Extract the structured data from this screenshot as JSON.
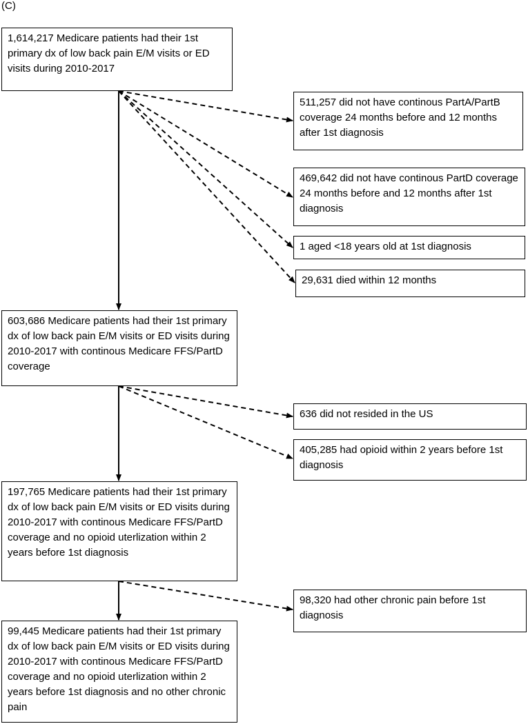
{
  "panel_label": "(C)",
  "main_boxes": [
    "1,614,217  Medicare patients had their 1st primary dx of low back pain E/M visits or ED visits during 2010-2017",
    "603,686  Medicare patients had their 1st primary dx of low back pain E/M visits or ED visits during 2010-2017  with continous Medicare FFS/PartD coverage",
    "197,765  Medicare patients had their 1st primary dx of low back pain E/M visits or ED visits during 2010-2017  with continous Medicare FFS/PartD coverage and no opioid uterlization within 2 years before 1st diagnosis",
    "99,445  Medicare patients had their 1st primary dx of low back pain E/M visits or ED visits during 2010-2017  with continous Medicare FFS/PartD coverage and no opioid uterlization within 2 years before 1st diagnosis and no other chronic pain"
  ],
  "exclusion_boxes": [
    "511,257  did not have continous PartA/PartB coverage 24 months before and 12 months after 1st diagnosis",
    "469,642  did not have continous PartD coverage 24 months before and 12 months after 1st diagnosis",
    "1  aged <18 years old at 1st diagnosis",
    "29,631  died within 12 months",
    "636  did not resided in the US",
    "405,285  had opioid within 2 years before 1st diagnosis",
    "98,320  had other chronic pain before 1st diagnosis"
  ]
}
